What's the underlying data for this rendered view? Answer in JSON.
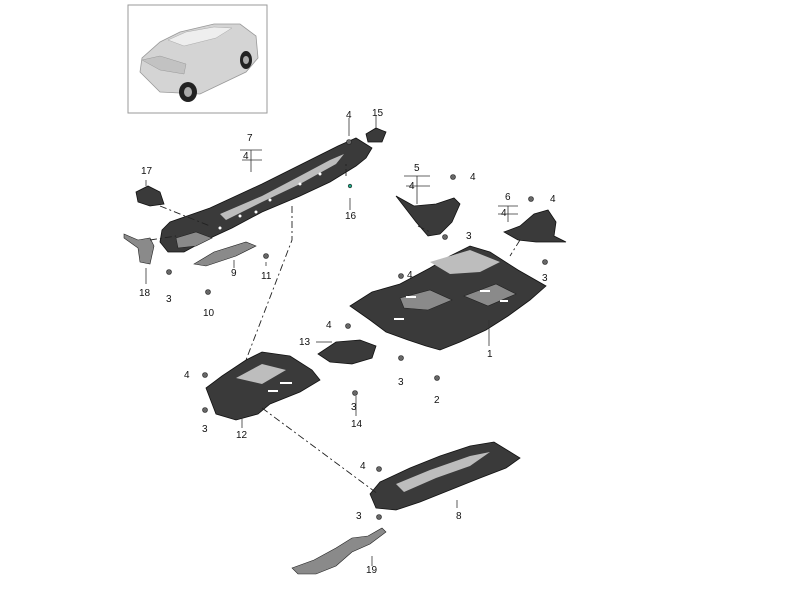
{
  "callouts": {
    "c1": "1",
    "c2": "2",
    "c3a": "3",
    "c3b": "3",
    "c3c": "3",
    "c3d": "3",
    "c3e": "3",
    "c3f": "3",
    "c3g": "3",
    "c4a": "4",
    "c4b": "4",
    "c4c": "4",
    "c4d": "4",
    "c4e": "4",
    "c4f": "4",
    "c4g": "4",
    "c4h": "4",
    "c4i": "4",
    "c4j": "4",
    "c5": "5",
    "c6": "6",
    "c7": "7",
    "c8": "8",
    "c9": "9",
    "c10": "10",
    "c11": "11",
    "c12": "12",
    "c13": "13",
    "c14": "14",
    "c15": "15",
    "c16": "16",
    "c17": "17",
    "c18": "18",
    "c19": "19"
  },
  "colors": {
    "panel": "#3a3a3a",
    "panel_light": "#8a8a8a",
    "car_body": "#d4d4d4",
    "frame": "#9a9a9a"
  },
  "thumbnail": {
    "icon": "suv-rear-three-quarter-icon"
  }
}
